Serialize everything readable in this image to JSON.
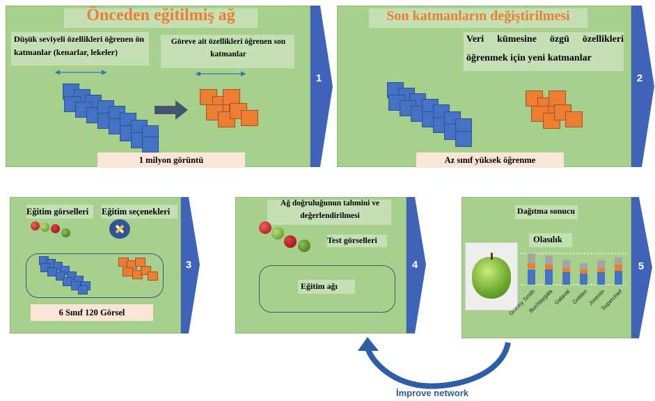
{
  "panel1": {
    "title": "Önceden eğitilmiş ağ",
    "left_text": "Düşük seviyeli özellikleri öğrenen ön katmanlar (kenarlar, lekeler)",
    "right_text": "Göreve ait özellikleri öğrenen son katmanlar",
    "bottom_label": "1 milyon görüntü",
    "number": "1"
  },
  "panel2": {
    "title": "Son katmanların değiştirilmesi",
    "right_text": "Veri kümesine özgü özellikleri öğrenmek için yeni katmanlar",
    "bottom_label": "Az sınıf yüksek öğrenme",
    "number": "2"
  },
  "panel3": {
    "label_images": "Eğitim görselleri",
    "label_options": "Eğitim seçenekleri",
    "bottom_label": "6 Sınıf 120 Görsel",
    "number": "3"
  },
  "panel4": {
    "title": "Ağ doğruluğunun tahmini ve değerlendirilmesi",
    "test_label": "Test görselleri",
    "box_label": "Eğitim ağı",
    "number": "4"
  },
  "panel5": {
    "title": "Dağıtma sonucu",
    "prob_label": "Olasılık",
    "number": "5"
  },
  "chart_data": {
    "type": "bar",
    "categories": [
      "Granny Smith",
      "Buchlaygala",
      "Galaval",
      "Golden",
      "Joremin",
      "Superchief"
    ],
    "series": [
      {
        "values": [
          0.5,
          0.48,
          0.4,
          0.36,
          0.4,
          0.44
        ]
      },
      {
        "values": [
          0.18,
          0.16,
          0.14,
          0.14,
          0.14,
          0.2
        ]
      },
      {
        "values": [
          0.32,
          0.3,
          0.26,
          0.2,
          0.24,
          0.22
        ]
      }
    ],
    "colors": [
      "#4472c4",
      "#ed7d31",
      "#a5a5a5"
    ],
    "grid": "dashed"
  },
  "footer": {
    "improve": "İmprove network"
  },
  "colors": {
    "panel_bg": "#a8d08d",
    "side_blue": "#3e63b8",
    "orange": "#ed7d31",
    "blue_square": "#4472c4",
    "label_bg": "#fbe5d6"
  }
}
